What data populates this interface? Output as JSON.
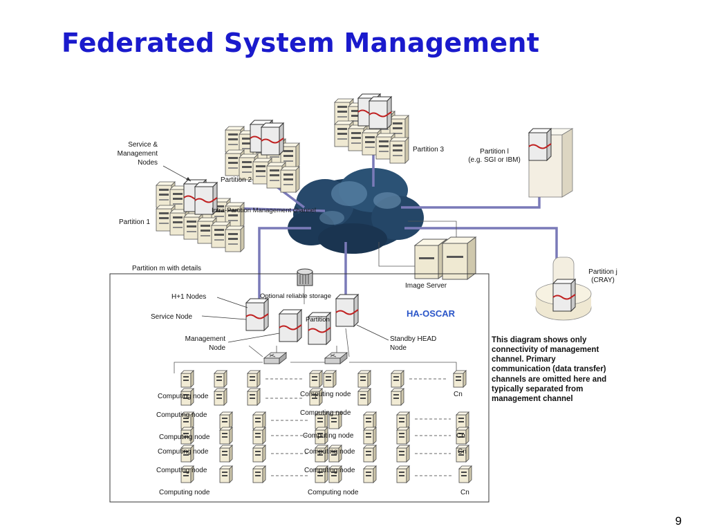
{
  "slide": {
    "title": "Federated System Management",
    "number": "9"
  },
  "colors": {
    "title": "#1a1acc",
    "mgmt_channel": "#7a7ab8",
    "cloud": "#1e3d5c",
    "ha_oscar": "#2a55c8"
  },
  "labels": {
    "service_mgmt_nodes": [
      "Service &",
      "Management",
      "Nodes"
    ],
    "partition1": "Partition 1",
    "partition2": "Partition 2",
    "partition3": "Partition 3",
    "partition_l": [
      "Partition l",
      "(e.g. SGI or IBM)"
    ],
    "partition_j": [
      "Partition j",
      "(CRAY)"
    ],
    "intra_channel": "Intra-Partition Management channel",
    "partition_m": "Partition m with details",
    "image_server": "Image Server",
    "optional_storage": "Optional reliable storage",
    "h1_nodes": "H+1 Nodes",
    "service_node": "Service Node",
    "management_node": [
      "Management",
      "Node"
    ],
    "standby_head": [
      "Standby HEAD",
      "Node"
    ],
    "partition_inner": "Partition",
    "ha_oscar": "HA-OSCAR"
  },
  "note_lines": [
    "This diagram shows only",
    "connectivity of management",
    "channel. Primary",
    "communication (data transfer)",
    "channels are omitted here and",
    "typically separated from",
    "management channel"
  ],
  "node_labels": {
    "computing": "Computing node",
    "cn": "Cn"
  }
}
